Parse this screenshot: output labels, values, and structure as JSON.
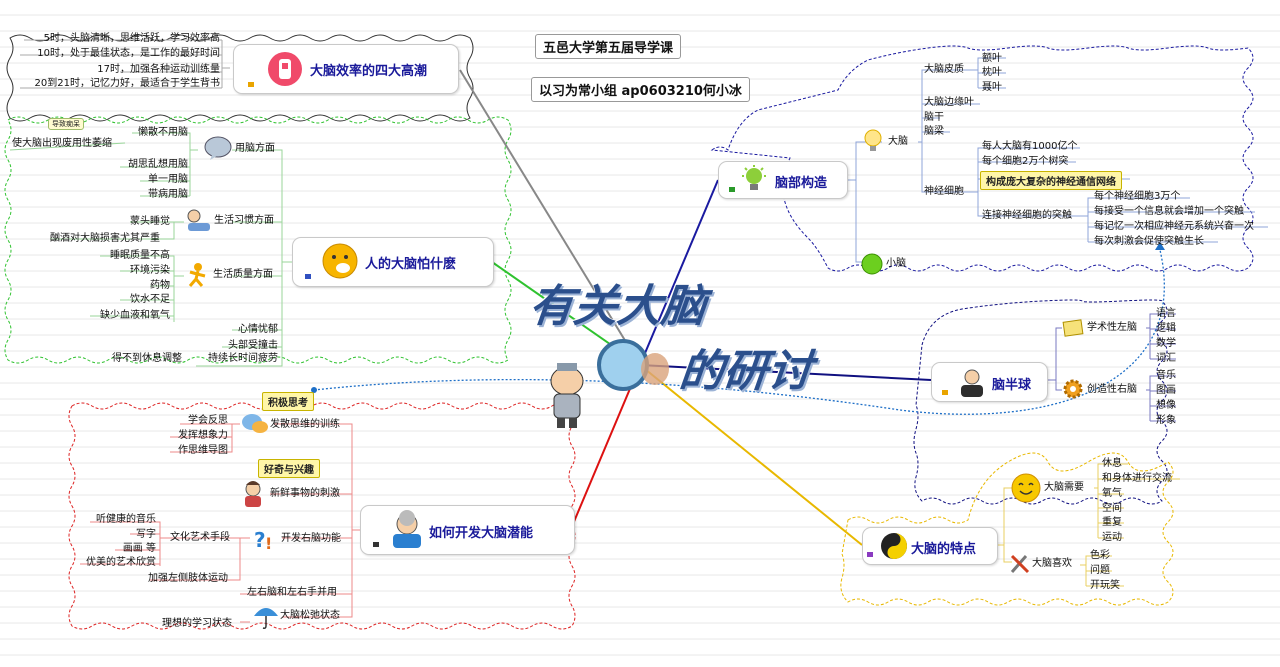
{
  "header": {
    "title": "五邑大学第五届导学课",
    "group": "以习为常小组    ap0603210何小冰"
  },
  "center": {
    "line1": "有关大脑",
    "line2": "的研讨"
  },
  "topics": {
    "efficiency": {
      "label": "大脑效率的四大高潮",
      "items": [
        "5时，头脑清晰，思维活跃，学习效率高",
        "10时，处于最佳状态，是工作的最好时间",
        "17时，加强各种运动训练量",
        "20到21时，记忆力好，最适合于学生背书"
      ]
    },
    "fears": {
      "label": "人的大脑怕什麽",
      "use": {
        "label": "用脑方面",
        "tag": "导致痴呆",
        "note": "使大脑出现废用性萎缩",
        "items": [
          "懒散不用脑",
          "胡思乱想用脑",
          "单一用脑",
          "带病用脑"
        ]
      },
      "habit": {
        "label": "生活习惯方面",
        "items": [
          "蒙头睡觉",
          "酗酒对大脑损害尤其严重"
        ]
      },
      "quality": {
        "label": "生活质量方面",
        "items": [
          "睡眠质量不高",
          "环境污染",
          "药物",
          "饮水不足",
          "缺少血液和氧气"
        ]
      },
      "other": [
        "心情忧郁",
        "头部受撞击",
        "持续长时间疲劳"
      ],
      "rest": "得不到休息调整"
    },
    "develop": {
      "label": "如何开发大脑潜能",
      "callout_active": "积极思考",
      "divergent": {
        "label": "发散思维的训练",
        "items": [
          "学会反思",
          "发挥想象力",
          "作思维导图"
        ]
      },
      "callout_curious": "好奇与兴趣",
      "fresh": "新鲜事物的刺激",
      "right": {
        "label": "开发右脑功能",
        "art": "文化艺术手段",
        "art_items": [
          "听健康的音乐",
          "写字",
          "画画  等",
          "优美的艺术欣赏"
        ],
        "left_body": "加强左侧肢体运动",
        "both_hands": "左右脑和左右手并用"
      },
      "relax": {
        "label": "大脑松弛状态",
        "item": "理想的学习状态"
      }
    },
    "structure": {
      "label": "脑部构造",
      "cerebrum": {
        "label": "大脑",
        "cortex": {
          "label": "大脑皮质",
          "items": [
            "额叶",
            "枕叶",
            "聂叶"
          ]
        },
        "others": [
          "大脑边缘叶",
          "脑干",
          "脑梁"
        ],
        "neuron": {
          "label": "神经细胞",
          "items": [
            "每人大脑有1000亿个",
            "每个细胞2万个树突"
          ],
          "highlight": "构成庞大复杂的神经通信网络",
          "synapse": {
            "label": "连接神经细胞的突触",
            "items": [
              "每个神经细胞3万个",
              "每接受一个信息就会增加一个突触",
              "每记忆一次相应神经元系统兴奋一次",
              "每次刺激会促使突触生长"
            ]
          }
        }
      },
      "cerebellum": "小脑"
    },
    "hemisphere": {
      "label": "脑半球",
      "left": {
        "label": "学术性左脑",
        "items": [
          "语言",
          "逻辑",
          "数学",
          "词汇"
        ]
      },
      "right": {
        "label": "创造性右脑",
        "items": [
          "音乐",
          "图画",
          "想像",
          "形象"
        ]
      }
    },
    "features": {
      "label": "大脑的特点",
      "needs": {
        "label": "大脑需要",
        "items": [
          "休息",
          "和身体进行交流",
          "氧气",
          "空间",
          "重复",
          "运动"
        ]
      },
      "likes": {
        "label": "大脑喜欢",
        "items": [
          "色彩",
          "问题",
          "开玩笑"
        ]
      }
    }
  },
  "colors": {
    "efficiency_branch": "#888888",
    "fears_branch": "#2fc22f",
    "develop_branch": "#dd1111",
    "structure_branch": "#1a1aa0",
    "hemisphere_branch": "#101080",
    "features_branch": "#e8b800",
    "title_text": "#1a1a9a"
  }
}
